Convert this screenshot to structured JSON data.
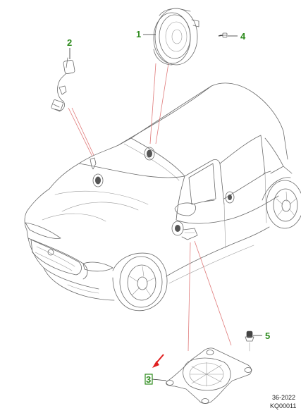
{
  "callouts": [
    {
      "id": "1",
      "label": "1",
      "part": "door-speaker"
    },
    {
      "id": "2",
      "label": "2",
      "part": "tweeter-harness"
    },
    {
      "id": "3",
      "label": "3",
      "part": "speaker-mounting-bracket"
    },
    {
      "id": "4",
      "label": "4",
      "part": "screw"
    },
    {
      "id": "5",
      "label": "5",
      "part": "clip-nut"
    }
  ],
  "reference": {
    "code_year": "36-2022",
    "code_id": "KQ00011"
  },
  "colors": {
    "callout_text": "#2e8b1e",
    "callout_box_highlight": "#2e8b1e",
    "indicator_lines": "#e07a7a",
    "arrow": "#e02020",
    "linework": "#6b6b6b"
  },
  "icons": {
    "arrow": "red-arrow-icon"
  }
}
